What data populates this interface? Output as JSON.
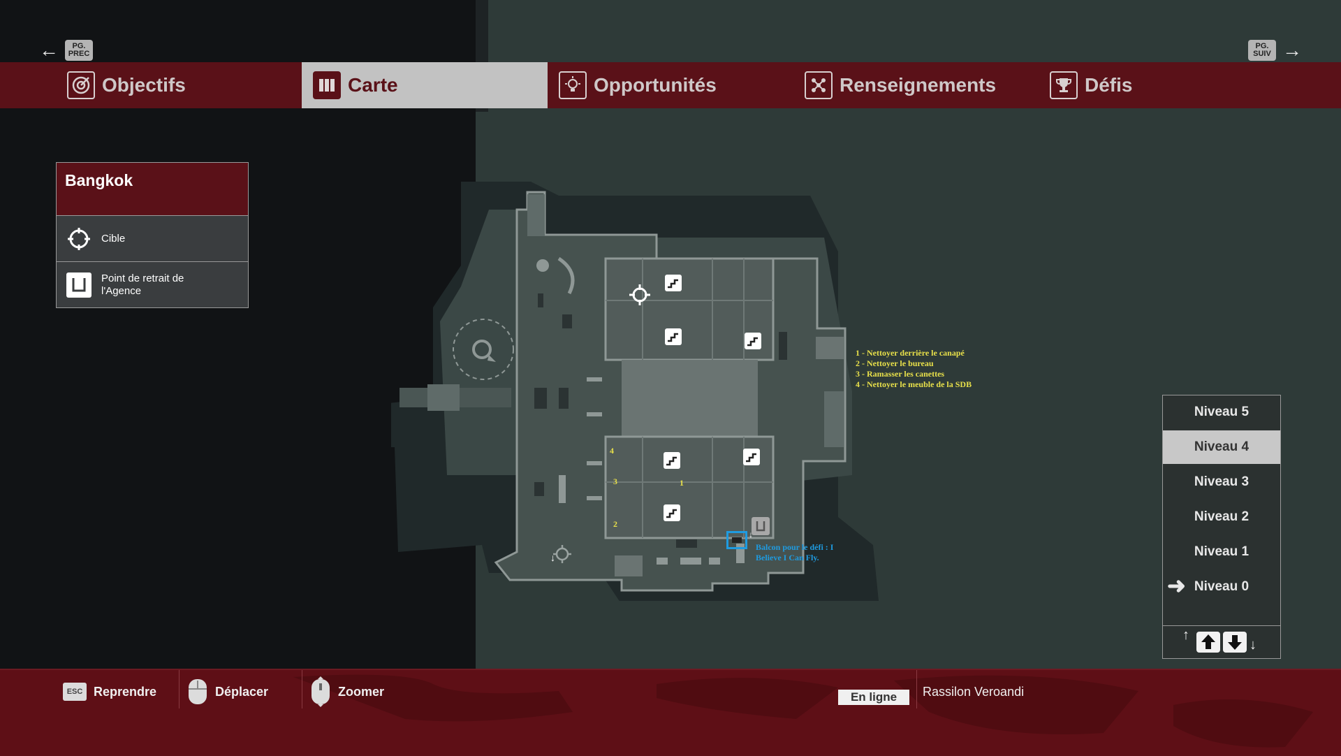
{
  "nav": {
    "prev_page": "PG. PREC",
    "next_page": "PG. SUIV",
    "tabs": [
      {
        "label": "Objectifs",
        "icon": "target-icon"
      },
      {
        "label": "Carte",
        "icon": "map-icon",
        "active": true
      },
      {
        "label": "Opportunités",
        "icon": "lightbulb-icon"
      },
      {
        "label": "Renseignements",
        "icon": "intel-icon"
      },
      {
        "label": "Défis",
        "icon": "trophy-icon"
      }
    ]
  },
  "legend": {
    "title": "Bangkok",
    "items": [
      {
        "label": "Cible",
        "icon": "crosshair-icon"
      },
      {
        "label": "Point de retrait de l'Agence",
        "icon": "agency-pickup-icon"
      }
    ]
  },
  "map": {
    "notes_yellow": [
      "1 - Nettoyer derrière le canapé",
      "2 - Nettoyer le bureau",
      "3 - Ramasser les canettes",
      "4 - Nettoyer le meuble de la SDB"
    ],
    "room_numbers": [
      "4",
      "3",
      "1",
      "2"
    ],
    "note_blue": [
      "Balcon pour le défi : I",
      "Believe I Can Fly."
    ]
  },
  "floors": {
    "items": [
      "Niveau 5",
      "Niveau 4",
      "Niveau 3",
      "Niveau 2",
      "Niveau 1",
      "Niveau 0"
    ],
    "selected": "Niveau 4",
    "current": "Niveau 0"
  },
  "bottom": {
    "resume_key": "ESC",
    "resume": "Reprendre",
    "move": "Déplacer",
    "zoom": "Zoomer",
    "status": "En ligne",
    "user": "Rassilon Veroandi"
  },
  "colors": {
    "accent": "#5a1118",
    "note_yellow": "#e8e04a",
    "note_blue": "#1f9be0"
  }
}
